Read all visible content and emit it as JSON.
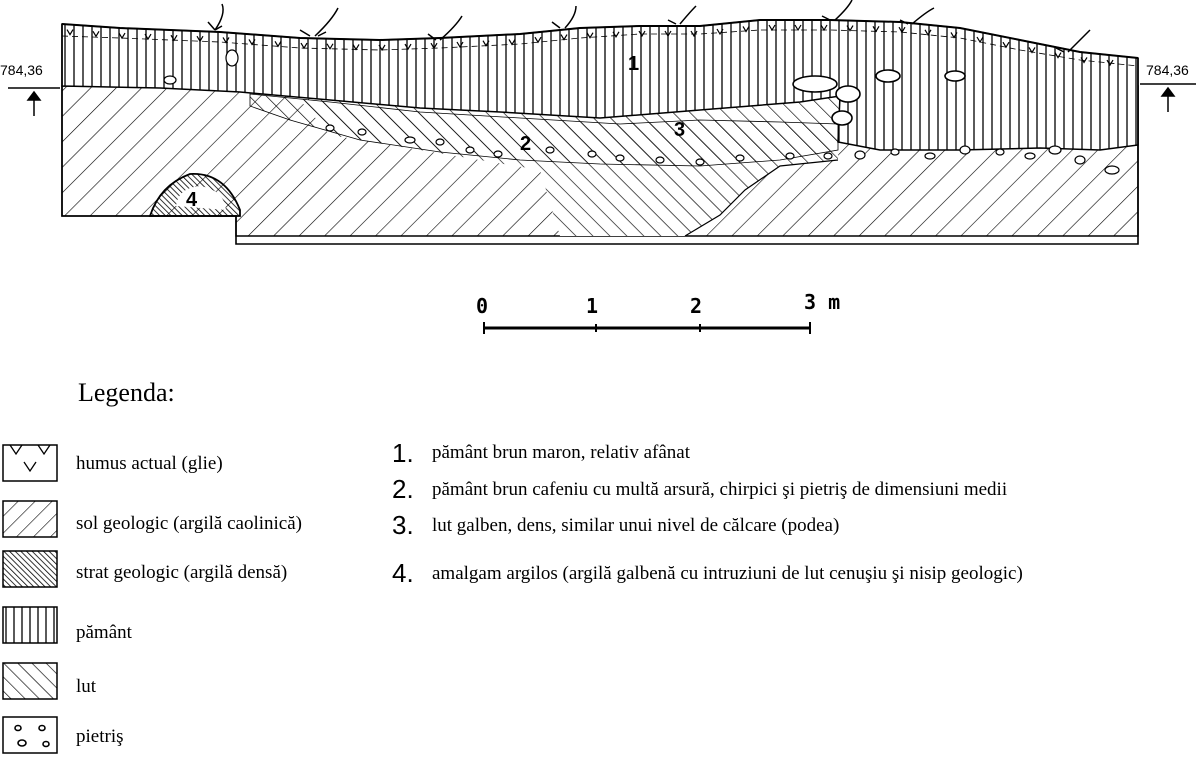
{
  "elevation": {
    "left": "784,36",
    "right": "784,36"
  },
  "profile_labels": [
    "1",
    "2",
    "3",
    "4"
  ],
  "scale": {
    "ticks": [
      "0",
      "1",
      "2",
      "3 m"
    ]
  },
  "legend": {
    "title": "Legenda:",
    "symbols": [
      {
        "key": "humus",
        "label": "humus actual (glie)"
      },
      {
        "key": "sol",
        "label": "sol geologic (argilă caolinică)"
      },
      {
        "key": "strat",
        "label": "strat geologic (argilă densă)"
      },
      {
        "key": "pamant",
        "label": "pământ"
      },
      {
        "key": "lut",
        "label": "lut"
      },
      {
        "key": "pietris",
        "label": "pietriş"
      }
    ],
    "layers": [
      {
        "num": "1.",
        "text": "pământ brun maron, relativ afânat"
      },
      {
        "num": "2.",
        "text": "pământ brun  cafeniu cu multă arsură, chirpici şi pietriş de dimensiuni medii"
      },
      {
        "num": "3.",
        "text": "lut galben, dens, similar unui nivel de călcare (podea)"
      },
      {
        "num": "4.",
        "text": "amalgam argilos (argilă galbenă cu intruziuni de lut cenuşiu şi nisip geologic)"
      }
    ]
  }
}
